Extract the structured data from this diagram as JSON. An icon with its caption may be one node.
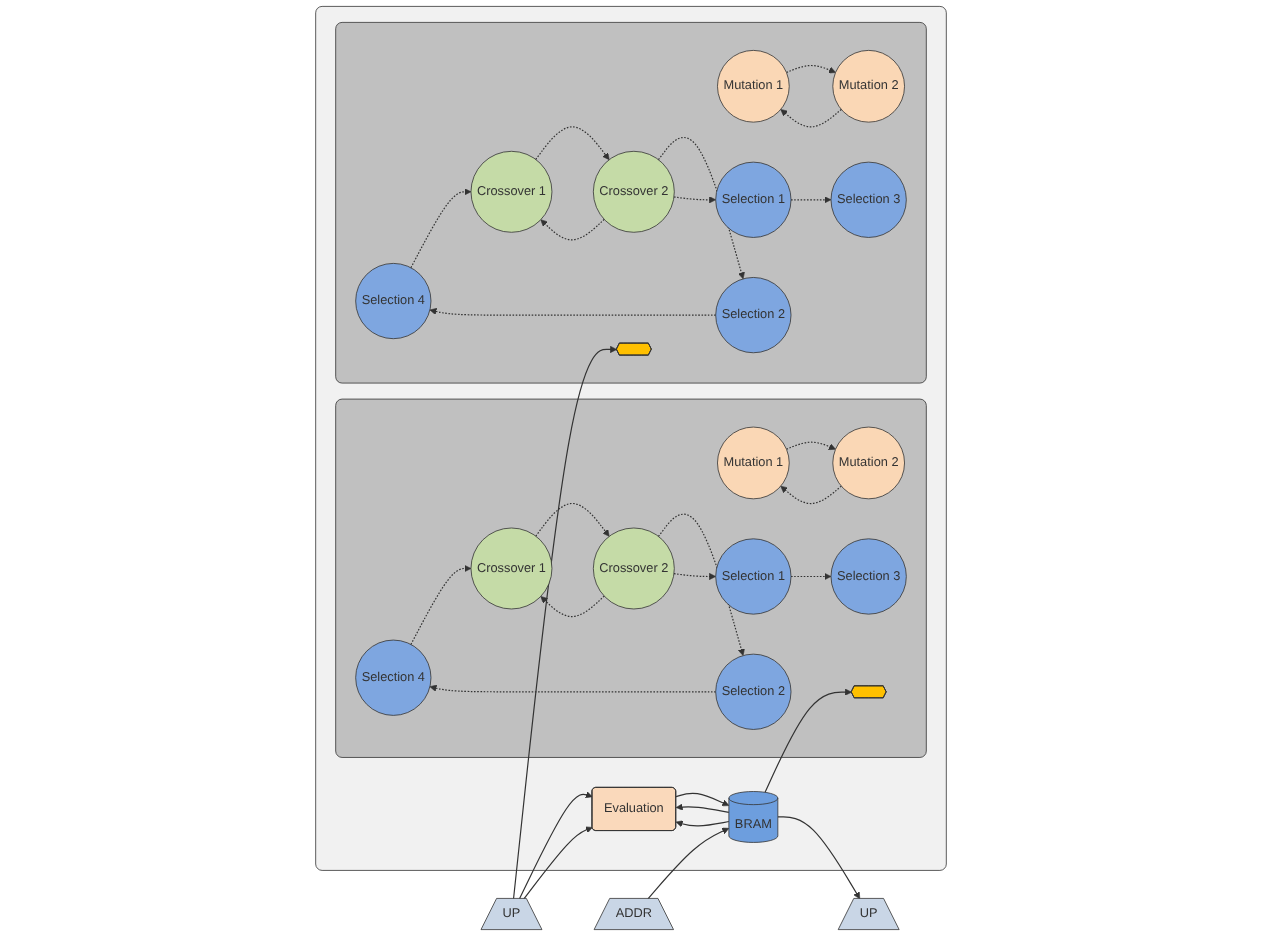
{
  "diagram": {
    "nodes": [
      {
        "text": [],
        "shape": "box"
      },
      {
        "text": [
          "UP"
        ]
      },
      {
        "text": [
          "ADDR"
        ]
      },
      {
        "text": [],
        "shape": "box",
        "in": 0
      },
      {
        "text": [],
        "shape": "polygon",
        "in": 3
      },
      {
        "text": [
          "Mutation 1"
        ],
        "in": 3
      },
      {
        "text": [
          "Selection 4"
        ],
        "in": 3
      },
      {
        "text": [
          "Selection 1"
        ],
        "in": 3
      },
      {
        "text": [
          "Crossover 2"
        ],
        "in": 3
      },
      {
        "text": [
          "Crossover 1"
        ],
        "in": 3
      },
      {
        "text": [
          "Selection 3"
        ],
        "in": 3
      },
      {
        "text": [
          "Mutation 2"
        ],
        "in": 3
      },
      {
        "text": [
          "Selection 2"
        ],
        "in": 3
      },
      {
        "text": [],
        "shape": "box",
        "in": 0
      },
      {
        "text": [],
        "shape": "polygon",
        "in": 13
      },
      {
        "text": [
          "Mutation 1"
        ],
        "in": 13
      },
      {
        "text": [
          "Selection 4"
        ],
        "in": 13
      },
      {
        "text": [
          "Selection 1"
        ],
        "in": 13
      },
      {
        "text": [
          "Crossover 2"
        ],
        "in": 13
      },
      {
        "text": [
          "Crossover 1"
        ],
        "in": 13
      },
      {
        "text": [
          "Selection 3"
        ],
        "in": 13
      },
      {
        "text": [
          "Mutation 2"
        ],
        "in": 13
      },
      {
        "text": [
          "Selection 2"
        ],
        "in": 13
      },
      {
        "text": [
          "BRAM"
        ],
        "in": 0
      },
      {
        "text": [
          "Evaluation"
        ],
        "in": 0
      },
      {
        "text": [
          "UP"
        ]
      }
    ],
    "edges": [
      {
        "from": 11,
        "to": 5,
        "arrow": "to",
        "style": "dashed"
      },
      {
        "from": 5,
        "to": 11,
        "arrow": "to",
        "style": "dashed"
      },
      {
        "from": 6,
        "to": 9,
        "arrow": "to",
        "style": "dashed"
      },
      {
        "from": 8,
        "to": 9,
        "arrow": "to",
        "style": "dashed"
      },
      {
        "from": 9,
        "to": 8,
        "arrow": "to",
        "style": "dashed"
      },
      {
        "from": 7,
        "to": 10,
        "arrow": "to",
        "style": "dashed"
      },
      {
        "from": 8,
        "to": 12,
        "arrow": "to",
        "style": "dashed"
      },
      {
        "from": 12,
        "to": 6,
        "arrow": "to",
        "style": "dashed"
      },
      {
        "from": 8,
        "to": 7,
        "arrow": "to",
        "style": "dashed"
      },
      {
        "from": 21,
        "to": 15,
        "arrow": "to",
        "style": "dashed"
      },
      {
        "from": 15,
        "to": 21,
        "arrow": "to",
        "style": "dashed"
      },
      {
        "from": 16,
        "to": 19,
        "arrow": "to",
        "style": "dashed"
      },
      {
        "from": 18,
        "to": 19,
        "arrow": "to",
        "style": "dashed"
      },
      {
        "from": 19,
        "to": 18,
        "arrow": "to",
        "style": "dashed"
      },
      {
        "from": 17,
        "to": 20,
        "arrow": "to",
        "style": "dashed"
      },
      {
        "from": 18,
        "to": 22,
        "arrow": "to",
        "style": "dashed"
      },
      {
        "from": 22,
        "to": 16,
        "arrow": "to",
        "style": "dashed"
      },
      {
        "from": 18,
        "to": 17,
        "arrow": "to",
        "style": "dashed"
      },
      {
        "from": 1,
        "to": 4,
        "arrow": "to"
      },
      {
        "from": 1,
        "to": 24,
        "arrow": "to"
      },
      {
        "from": 1,
        "to": 24,
        "arrow": "to"
      },
      {
        "from": 2,
        "to": 23,
        "arrow": "to"
      },
      {
        "from": 23,
        "to": 24,
        "arrow": "to"
      },
      {
        "from": 23,
        "to": 14,
        "arrow": "to"
      },
      {
        "from": 23,
        "to": 24,
        "arrow": "to"
      },
      {
        "from": 23,
        "to": 25,
        "arrow": "to"
      },
      {
        "from": 24,
        "to": 23,
        "arrow": "to"
      }
    ]
  }
}
